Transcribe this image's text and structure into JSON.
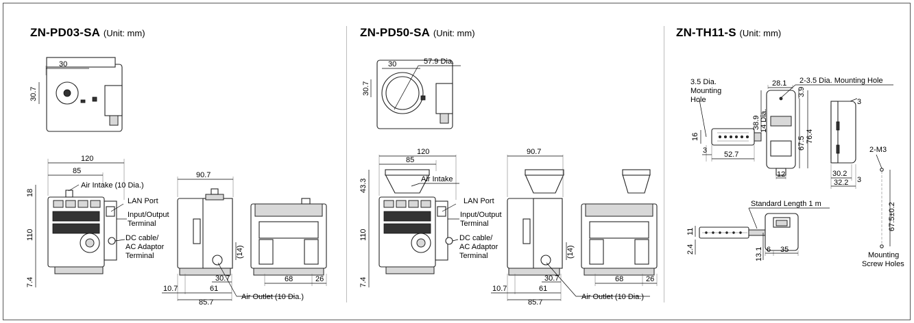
{
  "panels": [
    {
      "model": "ZN-PD03-SA",
      "unit": "(Unit: mm)"
    },
    {
      "model": "ZN-PD50-SA",
      "unit": "(Unit: mm)"
    },
    {
      "model": "ZN-TH11-S",
      "unit": "(Unit: mm)"
    }
  ],
  "pd03": {
    "top_w": "30",
    "top_h": "30.7",
    "w120": "120",
    "w85": "85",
    "h18": "18",
    "h110": "110",
    "h74": "7.4",
    "w907": "90.7",
    "w107": "10.7",
    "w61": "61",
    "w857": "85.7",
    "w307": "30.7",
    "h14": "(14)",
    "w68": "68",
    "w26": "26",
    "air_intake": "Air Intake (10 Dia.)",
    "lan_port": "LAN Port",
    "io_1": "Input/Output",
    "io_2": "Terminal",
    "dc_1": "DC cable/",
    "dc_2": "AC Adaptor",
    "dc_3": "Terminal",
    "air_outlet": "Air Outlet (10 Dia.)"
  },
  "pd50": {
    "top_w": "30",
    "top_h": "30.7",
    "dia": "57.9 Dia.",
    "w120": "120",
    "w85": "85",
    "h433": "43.3",
    "h110": "110",
    "h74": "7.4",
    "w907": "90.7",
    "w107": "10.7",
    "w61": "61",
    "w857": "85.7",
    "w307": "30.7",
    "h14": "(14)",
    "w68": "68",
    "w26": "26",
    "air_intake": "Air Intake",
    "lan_port": "LAN Port",
    "io_1": "Input/Output",
    "io_2": "Terminal",
    "dc_1": "DC cable/",
    "dc_2": "AC Adaptor",
    "dc_3": "Terminal",
    "air_outlet": "Air Outlet (10 Dia.)"
  },
  "th11": {
    "hole_1": "3.5 Dia.",
    "hole_2": "Mounting",
    "hole_3": "Hole",
    "mount_hole": "2-3.5 Dia. Mounting Hole",
    "w281": "28.1",
    "h39": "3.9",
    "h389": "38.9",
    "dia14": "14 Dia.",
    "h675": "67.5",
    "h764": "76.4",
    "h16": "16",
    "w3": "3",
    "w527": "52.7",
    "w12": "12",
    "w302": "30.2",
    "w3b": "3",
    "w322": "32.2",
    "w3c": "3",
    "m3": "2-M3",
    "pitch": "67.5±0.2",
    "screw_1": "Mounting",
    "screw_2": "Screw Holes",
    "std_len": "Standard Length 1 m",
    "h11": "11",
    "h24": "2.4",
    "h131": "13.1",
    "w6": "6",
    "w35": "35"
  }
}
